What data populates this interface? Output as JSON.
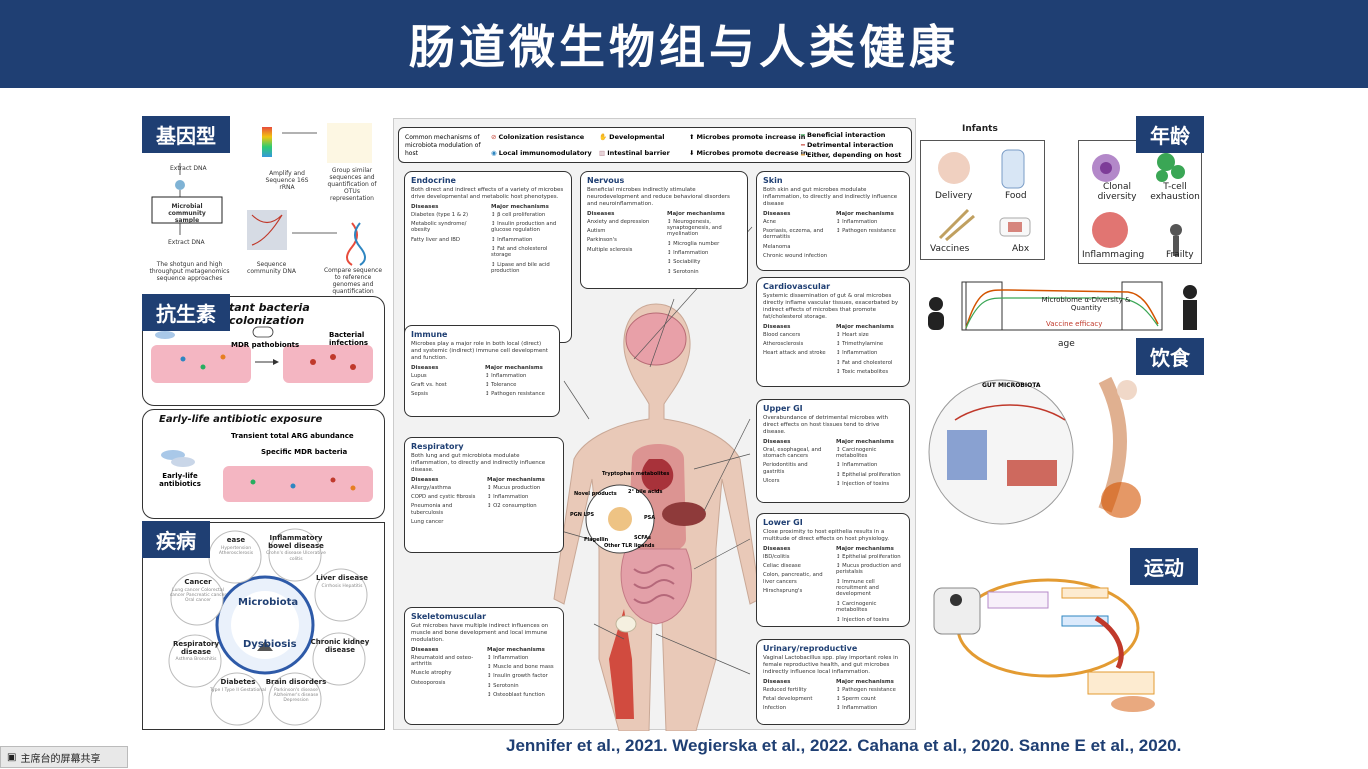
{
  "title": "肠道微生物组与人类健康",
  "tags": {
    "genotype": "基因型",
    "antibiotics": "抗生素",
    "disease": "疾病",
    "age": "年龄",
    "diet": "饮食",
    "exercise": "运动"
  },
  "genotype_panel": {
    "extract_dna_1": "Extract DNA",
    "amplify": "Amplify and Sequence 16S rRNA",
    "group": "Group similar sequences and quantification of OTUs representation",
    "sample": "Microbial community sample",
    "extract_dna_2": "Extract DNA",
    "shotgun": "The shotgun and high throughput metagenomics sequence approaches",
    "sequence": "Sequence community DNA",
    "compare": "Compare sequence to reference genomes and quantification"
  },
  "antibiotic_panel": {
    "heading": "tant bacteria colonization",
    "mdr": "MDR pathobionts",
    "bacterial": "Bacterial infections",
    "early_heading": "Early-life antibiotic exposure",
    "transient": "Transient total ARG abundance",
    "specific": "Specific MDR bacteria",
    "early_life": "Early-life antibiotics"
  },
  "disease_panel": {
    "center": "Microbiota",
    "dysbiosis": "Dysbiosis",
    "nodes": [
      {
        "name": "ease",
        "sub": "Hypertension Atherosclerosis"
      },
      {
        "name": "Inflammatory bowel disease",
        "sub": "Crohn's disease Ulcerative colitis"
      },
      {
        "name": "Liver disease",
        "sub": "Cirrhosis Hepatitis"
      },
      {
        "name": "Chronic kidney disease",
        "sub": ""
      },
      {
        "name": "Brain disorders",
        "sub": "Parkinson's disease Alzheimer's disease Depression"
      },
      {
        "name": "Diabetes",
        "sub": "Type I Type II Gestational"
      },
      {
        "name": "Respiratory disease",
        "sub": "Asthma Bronchitis"
      },
      {
        "name": "Cancer",
        "sub": "Lung cancer Colorectal cancer Pancreatic cancer Oral cancer"
      }
    ]
  },
  "center_figure": {
    "legend": {
      "common": "Common mechanisms of microbiota modulation of host",
      "colonization": "Colonization resistance",
      "developmental": "Developmental",
      "local_immuno": "Local immunomodulatory",
      "barrier": "Intestinal barrier",
      "increase": "Microbes promote increase in",
      "decrease": "Microbes promote decrease in",
      "beneficial": "Beneficial interaction",
      "detrimental": "Detrimental interaction",
      "either": "Either, depending on host"
    },
    "cards": [
      {
        "title": "Endocrine",
        "desc": "Both direct and indirect effects of a variety of microbes drive developmental and metabolic host phenotypes.",
        "diseases": [
          "Diabetes (type 1 & 2)",
          "Metabolic syndrome/ obesity",
          "Fatty liver and IBD"
        ],
        "mechanisms": [
          "β cell proliferation",
          "Insulin production and glucose regulation",
          "Inflammation",
          "Fat and cholesterol storage",
          "Lipase and bile acid production"
        ]
      },
      {
        "title": "Nervous",
        "desc": "Beneficial microbes indirectly stimulate neurodevelopment and reduce behavioral disorders and neuroinflammation.",
        "diseases": [
          "Anxiety and depression",
          "Autism",
          "Parkinson's",
          "Multiple sclerosis"
        ],
        "mechanisms": [
          "Neurogenesis, synaptogenesis, and myelination",
          "Microglia number",
          "Inflammation",
          "Sociability",
          "Serotonin"
        ]
      },
      {
        "title": "Skin",
        "desc": "Both skin and gut microbes modulate inflammation, to directly and indirectly influence disease",
        "diseases": [
          "Acne",
          "Psoriasis, eczema, and dermatitis",
          "Melanoma",
          "Chronic wound infection"
        ],
        "mechanisms": [
          "Inflammation",
          "Pathogen resistance"
        ]
      },
      {
        "title": "Immune",
        "desc": "Microbes play a major role in both local (direct) and systemic (indirect) immune cell development and function.",
        "diseases": [
          "Lupus",
          "Graft vs. host",
          "Sepsis"
        ],
        "mechanisms": [
          "Inflammation",
          "Tolerance",
          "Pathogen resistance"
        ]
      },
      {
        "title": "Cardiovascular",
        "desc": "Systemic dissemination of gut & oral microbes directly inflame vascular tissues, exacerbated by indirect effects of microbes that promote fat/cholesterol storage.",
        "diseases": [
          "Blood cancers",
          "Atherosclerosis",
          "Heart attack and stroke"
        ],
        "mechanisms": [
          "Heart size",
          "Trimethylamine",
          "Inflammation",
          "Fat and cholesterol",
          "Toxic metabolites"
        ]
      },
      {
        "title": "Respiratory",
        "desc": "Both lung and gut microbiota modulate inflammation, to directly and indirectly influence disease.",
        "diseases": [
          "Allergy/asthma",
          "COPD and cystic fibrosis",
          "Pneumonia and tuberculosis",
          "Lung cancer"
        ],
        "mechanisms": [
          "Mucus production",
          "Inflammation",
          "O2 consumption"
        ]
      },
      {
        "title": "Upper GI",
        "desc": "Overabundance of detrimental microbes with direct effects on host tissues tend to drive disease.",
        "diseases": [
          "Oral, esophageal, and stomach cancers",
          "Periodontitis and gastritis",
          "Ulcers"
        ],
        "mechanisms": [
          "Carcinogenic metabolites",
          "Inflammation",
          "Epithelial proliferation",
          "Injection of toxins"
        ]
      },
      {
        "title": "Lower GI",
        "desc": "Close proximity to host epithelia results in a multitude of direct effects on host physiology.",
        "diseases": [
          "IBD/colitis",
          "Celiac disease",
          "Colon, pancreatic, and liver cancers",
          "Hirschsprung's"
        ],
        "mechanisms": [
          "Epithelial proliferation",
          "Mucus production and peristalsis",
          "Immune cell recruitment and development",
          "Carcinogenic metabolites",
          "Injection of toxins"
        ]
      },
      {
        "title": "Skeletomuscular",
        "desc": "Gut microbes have multiple indirect influences on muscle and bone development and local immune modulation.",
        "diseases": [
          "Rheumatoid and osteo-arthritis",
          "Muscle atrophy",
          "Osteoporosis"
        ],
        "mechanisms": [
          "Inflammation",
          "Muscle and bone mass",
          "Insulin growth factor",
          "Serotonin",
          "Osteoblast function"
        ]
      },
      {
        "title": "Urinary/reproductive",
        "desc": "Vaginal Lactobacillus spp. play important roles in female reproductive health, and gut microbes indirectly influence local inflammation.",
        "diseases": [
          "Reduced fertility",
          "Fetal development",
          "Infection"
        ],
        "mechanisms": [
          "Pathogen resistance",
          "Sperm count",
          "Inflammation"
        ]
      }
    ],
    "hub": {
      "tryptophan": "Tryptophan metabolites",
      "novel": "Novel products",
      "bile": "2° bile acids",
      "pgn": "PGN LPS",
      "psa": "PSA",
      "flagellin": "Flagellin",
      "tlr": "Other TLR ligands",
      "scfa": "SCFAs"
    }
  },
  "age_panel": {
    "infants": "Infants",
    "delivery": "Delivery",
    "food": "Food",
    "vaccines": "Vaccines",
    "abx": "Abx",
    "clonal": "Clonal diversity",
    "tcell": "T-cell exhaustion",
    "inflammaging": "Inflammaging",
    "frailty": "Frailty",
    "microbiome": "Microbiome α-Diversity & Quantity",
    "vaccine_eff": "Vaccine efficacy",
    "age": "age"
  },
  "diet_panel": {
    "gut_microbiota": "GUT MICROBIOTA"
  },
  "references": "Jennifer et al., 2021. Wegierska et al., 2022. Cahana et al., 2020. Sanne E et al., 2020.",
  "share_bar": "主席台的屏幕共享",
  "colors": {
    "navy": "#1f3f73",
    "red": "#c0392b",
    "green": "#3aa655",
    "orange": "#e39b32"
  }
}
